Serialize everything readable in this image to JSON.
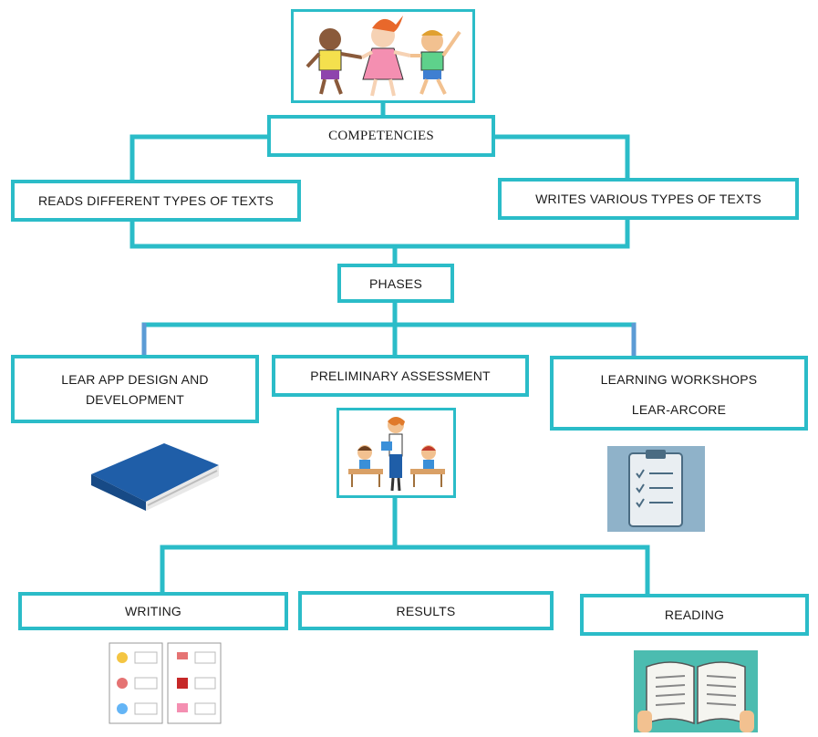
{
  "diagram": {
    "title_box": "COMPETENCIES",
    "competencies": [
      "READS DIFFERENT TYPES OF TEXTS",
      "WRITES VARIOUS TYPES OF TEXTS"
    ],
    "phases_box": "PHASES",
    "phases": [
      {
        "line1": "LEAR APP DESIGN AND",
        "line2": "DEVELOPMENT"
      },
      {
        "line1": "PRELIMINARY ASSESSMENT"
      },
      {
        "line1": "LEARNING WORKSHOPS",
        "line2": "LEAR-ARCORE"
      }
    ],
    "outcomes": [
      "WRITING",
      "RESULTS",
      "READING"
    ],
    "icons": [
      "children-icon",
      "book-icon",
      "teacher-classroom-icon",
      "clipboard-checklist-icon",
      "worksheet-icon",
      "open-book-icon"
    ],
    "colors": {
      "connector": "#2bbcc8",
      "accent_connector": "#5b9bd5",
      "book": "#1f5ea8"
    }
  }
}
